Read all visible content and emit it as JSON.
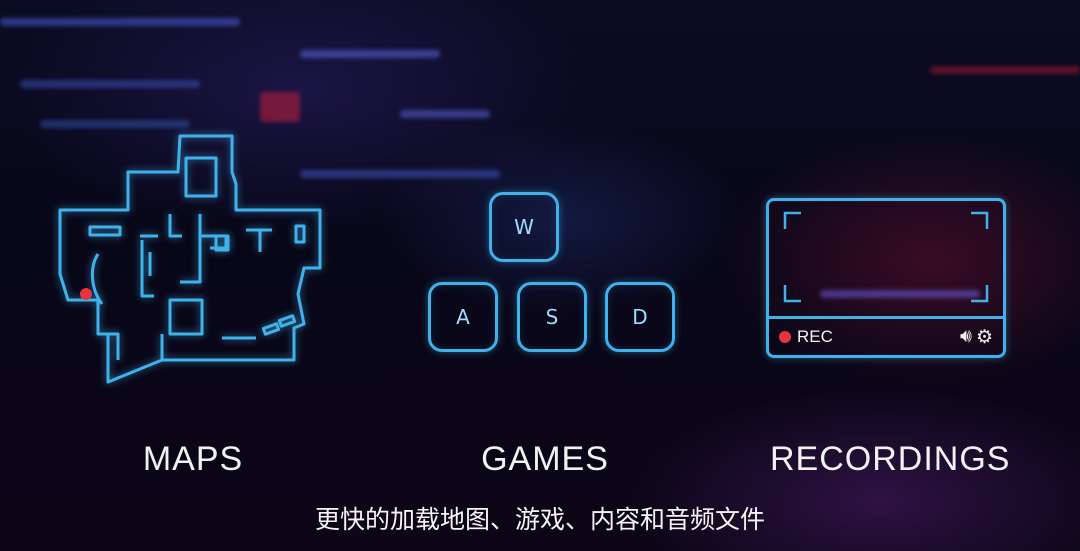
{
  "labels": {
    "maps": "MAPS",
    "games": "GAMES",
    "recordings": "RECORDINGS"
  },
  "keys": {
    "w": "W",
    "a": "A",
    "s": "S",
    "d": "D"
  },
  "recording": {
    "status": "REC",
    "volume_icon": "speaker-icon",
    "settings_icon": "gear-icon"
  },
  "subtitle": "更快的加载地图、游戏、内容和音频文件",
  "colors": {
    "accent": "#3fb2ec",
    "rec_dot": "#e8343f",
    "map_marker": "#e8343f",
    "text": "#f2f2f2"
  }
}
